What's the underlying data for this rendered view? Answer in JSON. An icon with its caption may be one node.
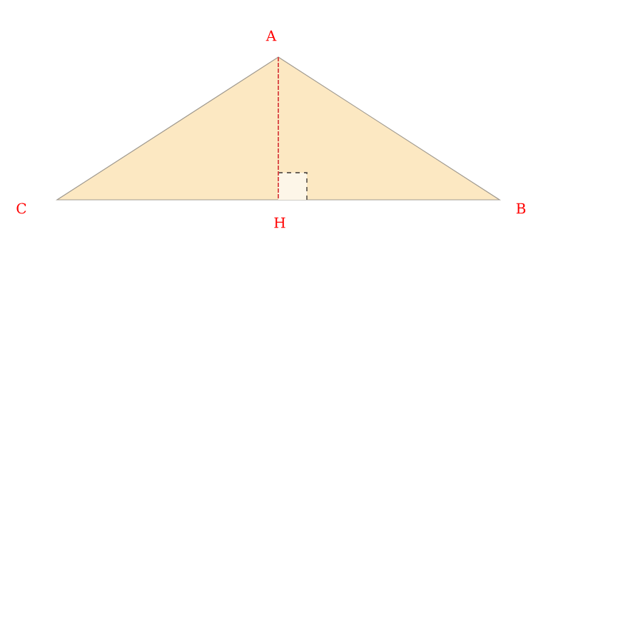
{
  "diagram": {
    "labels": [
      "A",
      "C",
      "H",
      "B"
    ]
  }
}
